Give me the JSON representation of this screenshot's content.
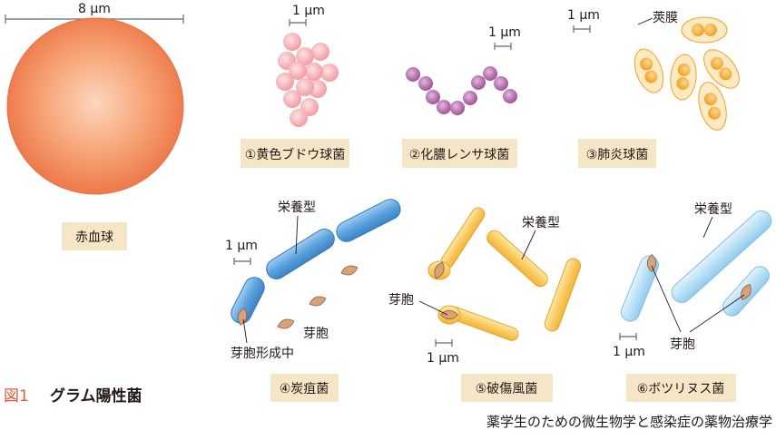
{
  "figure": {
    "number": "図1",
    "title": "グラム陽性菌",
    "source": "薬学生のための微生物学と感染症の薬物治療学"
  },
  "scales": {
    "rbc": "8 μm",
    "one": "1 μm"
  },
  "organisms": {
    "rbc": {
      "label": "赤血球"
    },
    "staph": {
      "label": "①黄色ブドウ球菌"
    },
    "strep": {
      "label": "②化膿レンサ球菌"
    },
    "pneumo": {
      "label": "③肺炎球菌",
      "capsule": "莢膜"
    },
    "anthrax": {
      "label": "④炭疽菌",
      "vegetative": "栄養型",
      "spore": "芽胞",
      "sporulating": "芽胞形成中"
    },
    "tetanus": {
      "label": "⑤破傷風菌",
      "vegetative": "栄養型",
      "spore": "芽胞"
    },
    "botulinum": {
      "label": "⑥ボツリヌス菌",
      "vegetative": "栄養型",
      "spore": "芽胞"
    }
  },
  "colors": {
    "title_accent": "#e0583a",
    "label_bg": "#f5e6c8",
    "rbc": "#f08a5a",
    "staph": "#f6b6bc",
    "strep": "#b56aaa",
    "pneumo": "#f2a93b",
    "anthrax": "#4a94d4",
    "tetanus": "#f7c25a",
    "botulinum": "#a9d7f2",
    "spore": "#c98a5e"
  }
}
